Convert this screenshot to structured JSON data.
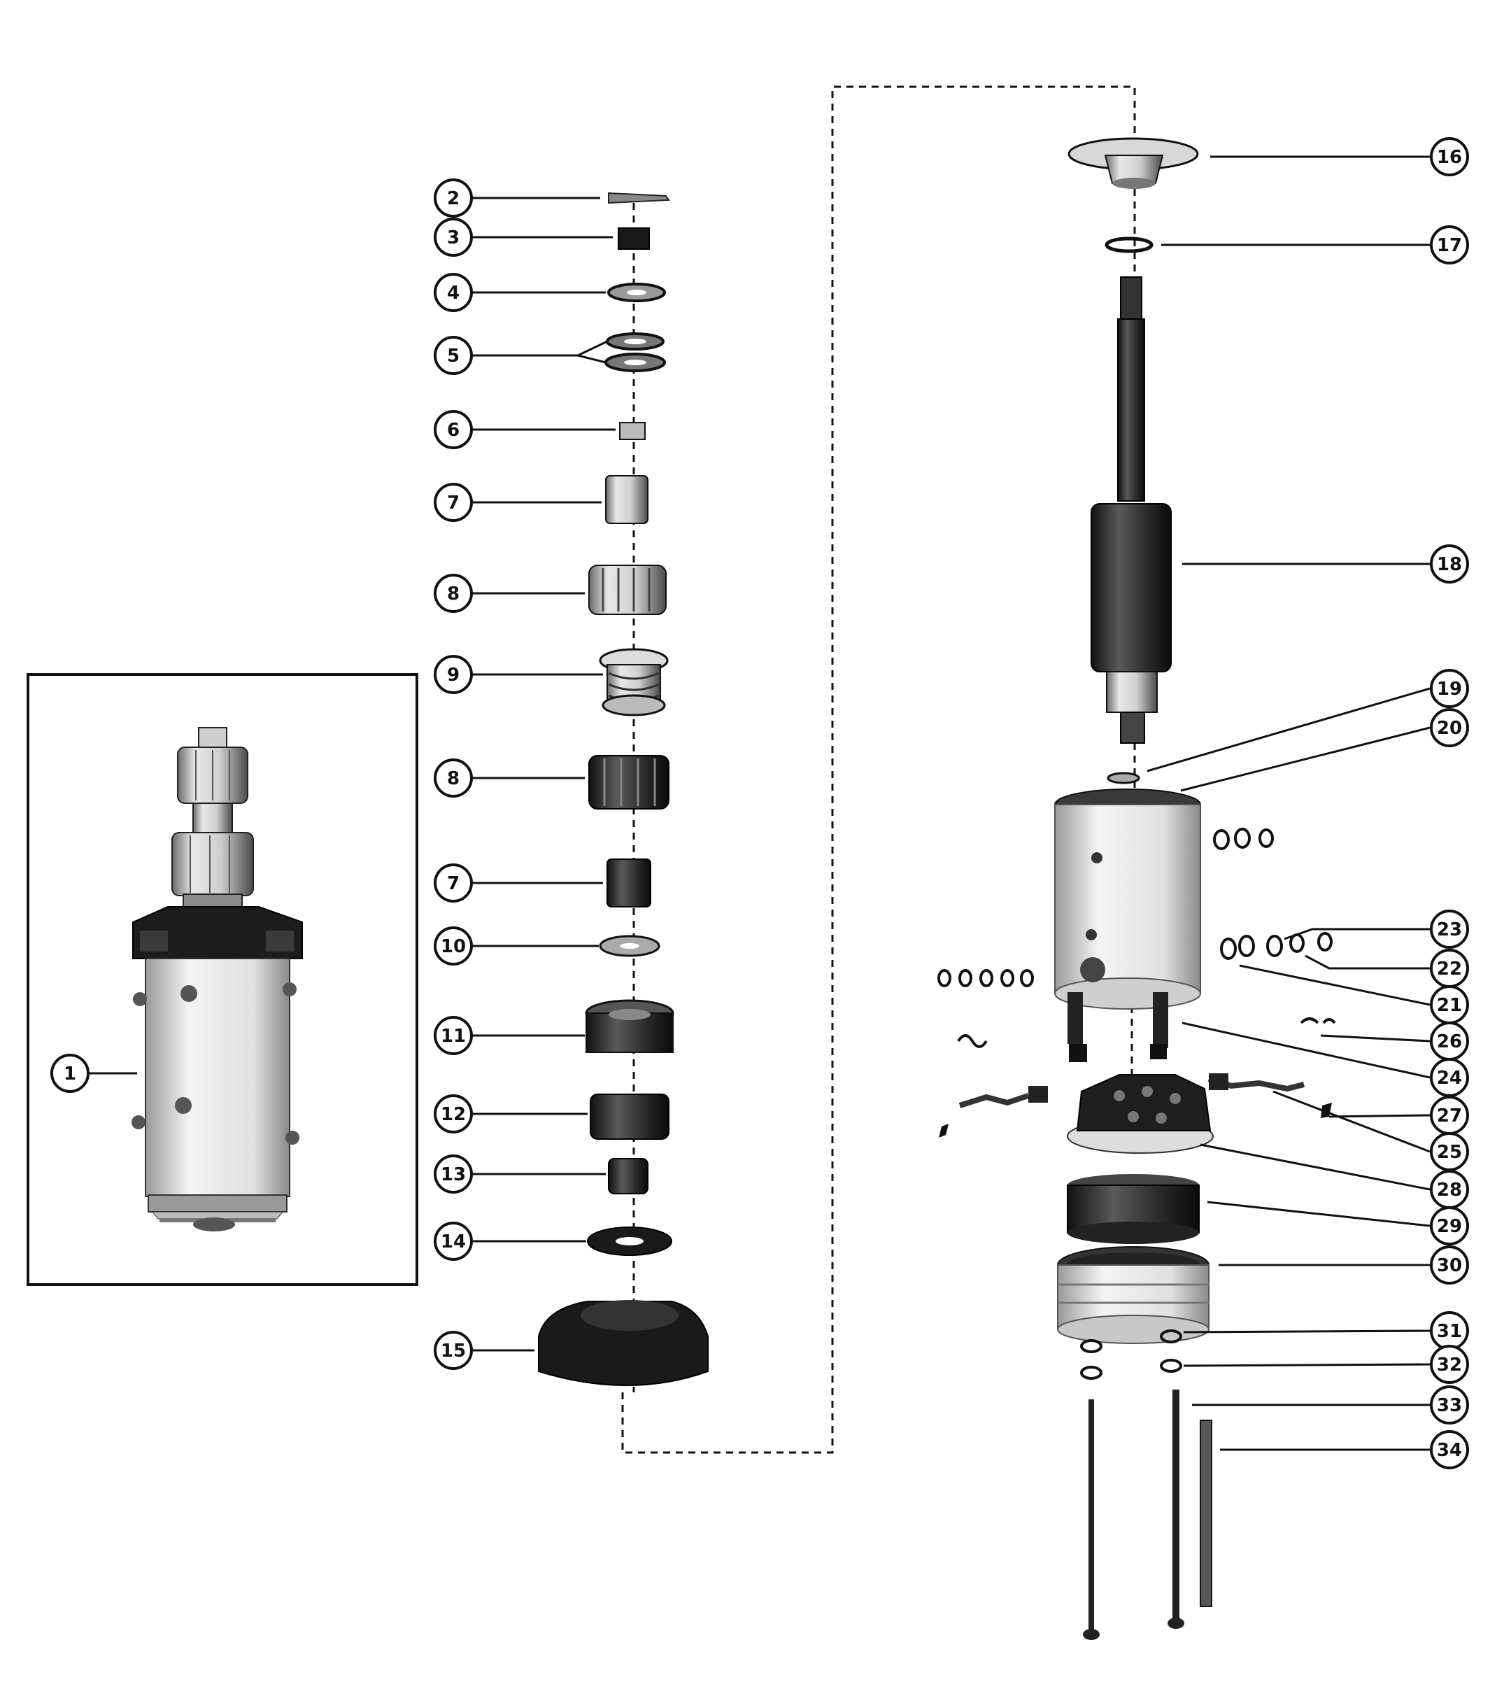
{
  "diagram": {
    "style": {
      "ink": "#111111",
      "metal": "#bdbdbd",
      "dark": "#262626",
      "paper": "#ffffff"
    },
    "callouts": [
      "1",
      "2",
      "3",
      "4",
      "5",
      "6",
      "7",
      "8",
      "9",
      "8",
      "7",
      "10",
      "11",
      "12",
      "13",
      "14",
      "15",
      "16",
      "17",
      "18",
      "19",
      "20",
      "23",
      "22",
      "21",
      "26",
      "24",
      "27",
      "25",
      "28",
      "29",
      "30",
      "31",
      "32",
      "33",
      "34"
    ]
  }
}
